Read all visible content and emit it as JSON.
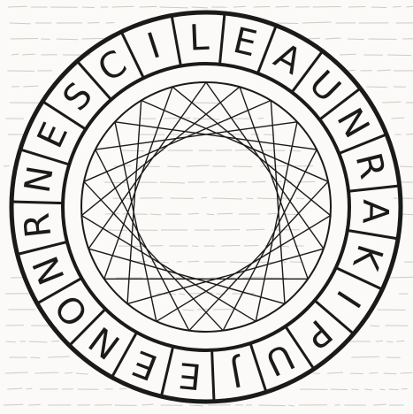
{
  "wheel": {
    "letters": [
      "I",
      "L",
      "E",
      "A",
      "U",
      "N",
      "R",
      "A",
      "K",
      "I",
      "P",
      "U",
      "J",
      "E",
      "E",
      "N",
      "O",
      "N",
      "R",
      "N",
      "E",
      "S",
      "C"
    ],
    "star_points": 23
  },
  "colors": {
    "ink": "#1a1a1a",
    "paper": "#fbfaf8"
  }
}
